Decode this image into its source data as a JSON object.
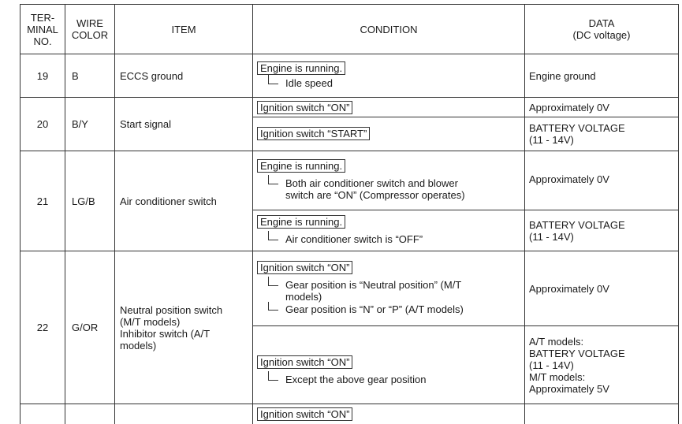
{
  "headers": {
    "terminal": "TER-\nMINAL\nNO.",
    "wire": "WIRE\nCOLOR",
    "item": "ITEM",
    "condition": "CONDITION",
    "data": "DATA\n(DC voltage)"
  },
  "rows": [
    {
      "terminal": "19",
      "wire": "B",
      "item": "ECCS ground",
      "cond1_box": "Engine is running.",
      "cond1_sub1": "Idle speed",
      "data1": "Engine ground"
    },
    {
      "terminal": "20",
      "wire": "B/Y",
      "item": "Start signal",
      "cond1_box": "Ignition switch “ON”",
      "data1": "Approximately 0V",
      "cond2_box": "Ignition switch “START”",
      "data2": "BATTERY VOLTAGE\n(11 - 14V)"
    },
    {
      "terminal": "21",
      "wire": "LG/B",
      "item": "Air conditioner switch",
      "cond1_box": "Engine is running.",
      "cond1_sub1": "Both air conditioner switch and blower\nswitch are “ON” (Compressor operates)",
      "data1": "Approximately 0V",
      "cond2_box": "Engine is running.",
      "cond2_sub1": "Air conditioner switch is “OFF”",
      "data2": "BATTERY VOLTAGE\n(11 - 14V)"
    },
    {
      "terminal": "22",
      "wire": "G/OR",
      "item": "Neutral position switch\n(M/T models)\nInhibitor switch (A/T\nmodels)",
      "cond1_box": "Ignition switch “ON”",
      "cond1_sub1": "Gear position is “Neutral position” (M/T\nmodels)",
      "cond1_sub2": "Gear position is “N” or “P” (A/T models)",
      "data1": "Approximately 0V",
      "cond2_box": "Ignition switch “ON”",
      "cond2_sub1": "Except the above gear position",
      "data2": "A/T models:\nBATTERY VOLTAGE\n(11 - 14V)\nM/T models:\nApproximately 5V"
    },
    {
      "cond1_box": "Ignition switch “ON”"
    }
  ]
}
